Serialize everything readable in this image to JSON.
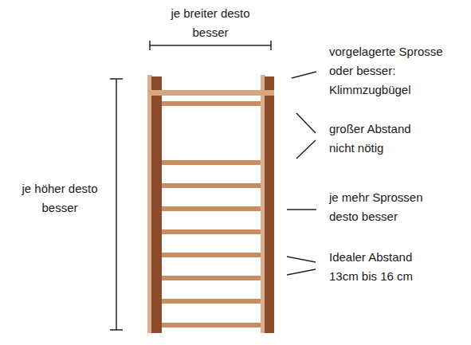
{
  "diagram": {
    "labels": [
      "je breiter desto besser",
      "vorgelagerte Sprosse oder besser: Klimmzugbügel",
      "großer Abstand nicht nötig",
      "je mehr Sprossen desto besser",
      "Idealer Abstand 13cm bis 16 cm",
      "je höher desto besser"
    ]
  }
}
